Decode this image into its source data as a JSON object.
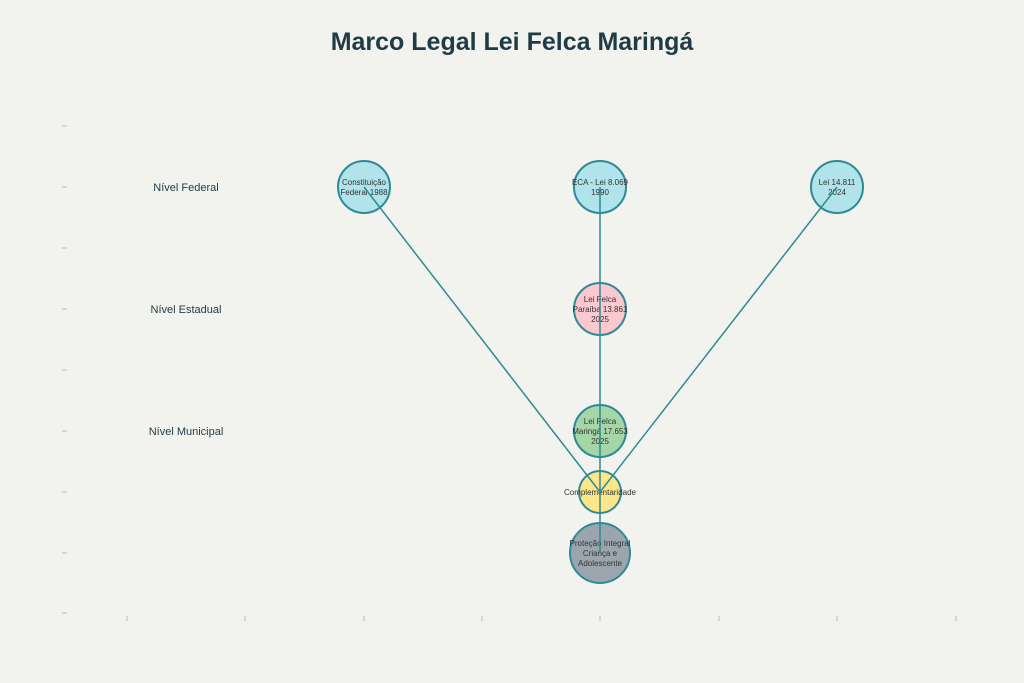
{
  "title": "Marco Legal Lei Felca Maringá",
  "levels": [
    "Nível Federal",
    "Nível Estadual",
    "Nível Municipal"
  ],
  "colors": {
    "edge": "#2e8a94",
    "federal": "#b0e3ea",
    "estadual": "#fcc8d0",
    "municipal": "#a5d6a7",
    "complementaridade": "#fde68a",
    "protecao": "#9aa5ae"
  },
  "nodes": [
    {
      "id": "cf",
      "lines": [
        "Constituição",
        "Federal 1988"
      ],
      "color": "federal"
    },
    {
      "id": "eca",
      "lines": [
        "ECA - Lei 8.069",
        "1990"
      ],
      "color": "federal"
    },
    {
      "id": "lei14811",
      "lines": [
        "Lei 14.811",
        "2024"
      ],
      "color": "federal"
    },
    {
      "id": "pb",
      "lines": [
        "Lei Felca",
        "Paraíba 13.861",
        "2025"
      ],
      "color": "estadual"
    },
    {
      "id": "mga",
      "lines": [
        "Lei Felca",
        "Maringá 17.653",
        "2025"
      ],
      "color": "municipal"
    },
    {
      "id": "comp",
      "lines": [
        "Complementaridade"
      ],
      "color": "complementaridade"
    },
    {
      "id": "prot",
      "lines": [
        "Proteção Integral",
        "Criança e",
        "Adolescente"
      ],
      "color": "protecao"
    }
  ],
  "edges": [
    [
      "cf",
      "comp"
    ],
    [
      "lei14811",
      "comp"
    ],
    [
      "eca",
      "prot"
    ]
  ]
}
